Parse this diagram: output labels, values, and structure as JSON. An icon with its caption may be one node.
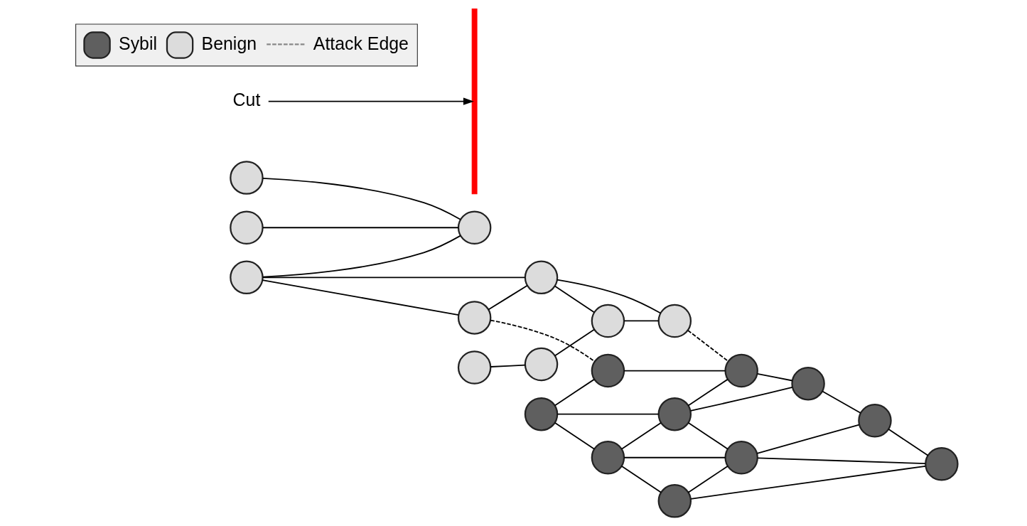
{
  "diagram": {
    "nodes": [
      {
        "text": [],
        "shape": "circle"
      },
      {
        "text": [],
        "shape": "circle"
      },
      {
        "text": [],
        "shape": "circle"
      },
      {
        "text": [],
        "shape": "circle"
      },
      {
        "text": [],
        "shape": "circle"
      },
      {
        "text": [],
        "shape": "circle"
      },
      {
        "text": [],
        "shape": "circle"
      },
      {
        "text": [],
        "shape": "circle"
      },
      {
        "text": [],
        "shape": "circle"
      },
      {
        "text": [],
        "shape": "circle"
      },
      {
        "text": [],
        "shape": "circle"
      },
      {
        "text": [],
        "shape": "circle"
      },
      {
        "text": [],
        "shape": "circle"
      },
      {
        "text": [],
        "shape": "circle"
      },
      {
        "text": [],
        "shape": "circle"
      },
      {
        "text": [],
        "shape": "circle"
      },
      {
        "text": [],
        "shape": "circle"
      },
      {
        "text": [],
        "shape": "circle"
      },
      {
        "text": [],
        "shape": "circle"
      },
      {
        "text": [],
        "shape": "circle"
      },
      {
        "text": [
          "Cut"
        ]
      },
      {
        "text": [],
        "shape": "bar"
      }
    ],
    "edges": [
      {
        "from": 0,
        "to": 4,
        "arrow": "none"
      },
      {
        "from": 1,
        "to": 4,
        "arrow": "none"
      },
      {
        "from": 3,
        "to": 4,
        "arrow": "none"
      },
      {
        "from": 1,
        "to": 2,
        "arrow": "none"
      },
      {
        "from": 1,
        "to": 5,
        "arrow": "none"
      },
      {
        "from": 2,
        "to": 5,
        "arrow": "none"
      },
      {
        "from": 5,
        "to": 9,
        "arrow": "none"
      },
      {
        "from": 5,
        "to": 7,
        "arrow": "none"
      },
      {
        "from": 6,
        "to": 8,
        "arrow": "none"
      },
      {
        "from": 8,
        "to": 9,
        "arrow": "none"
      },
      {
        "from": 9,
        "to": 7,
        "arrow": "none"
      },
      {
        "from": 2,
        "to": 13,
        "arrow": "none",
        "style": "dashed"
      },
      {
        "from": 7,
        "to": 16,
        "arrow": "none",
        "style": "dashed"
      },
      {
        "from": 10,
        "to": 11,
        "arrow": "none"
      },
      {
        "from": 11,
        "to": 12,
        "arrow": "none"
      },
      {
        "from": 10,
        "to": 13,
        "arrow": "none"
      },
      {
        "from": 10,
        "to": 14,
        "arrow": "none"
      },
      {
        "from": 11,
        "to": 14,
        "arrow": "none"
      },
      {
        "from": 11,
        "to": 15,
        "arrow": "none"
      },
      {
        "from": 12,
        "to": 15,
        "arrow": "none"
      },
      {
        "from": 12,
        "to": 18,
        "arrow": "none"
      },
      {
        "from": 13,
        "to": 16,
        "arrow": "none"
      },
      {
        "from": 14,
        "to": 16,
        "arrow": "none"
      },
      {
        "from": 14,
        "to": 15,
        "arrow": "none"
      },
      {
        "from": 14,
        "to": 17,
        "arrow": "none"
      },
      {
        "from": 15,
        "to": 19,
        "arrow": "none"
      },
      {
        "from": 15,
        "to": 18,
        "arrow": "none"
      },
      {
        "from": 16,
        "to": 17,
        "arrow": "none"
      },
      {
        "from": 17,
        "to": 19,
        "arrow": "none"
      },
      {
        "from": 19,
        "to": 18,
        "arrow": "none"
      },
      {
        "from": 20,
        "to": 21,
        "arrow": "to"
      }
    ],
    "legend": [
      {
        "text": "Sybil",
        "color": "#5f5f5f"
      },
      {
        "text": "Benign",
        "color": "#dcdcdc"
      },
      {
        "text": "Attack Edge"
      }
    ]
  }
}
